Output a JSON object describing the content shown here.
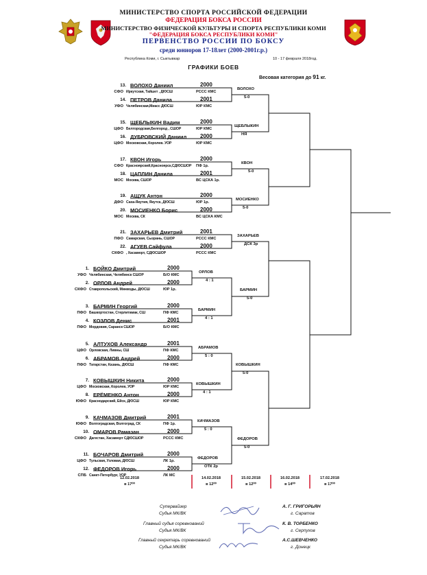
{
  "header": {
    "line1": "МИНИСТЕРСТВО СПОРТА РОССИЙСКОЙ ФЕДЕРАЦИИ",
    "line2": "ФЕДЕРАЦИЯ БОКСА РОССИИ",
    "line3": "МИНИСТЕРСТВО ФИЗИЧЕСКОЙ КУЛЬТУРЫ И СПОРТА РЕСПУБЛИКИ КОМИ",
    "line4": "\"ФЕДЕРАЦИЯ БОКСА РЕСПУБЛИКИ КОМИ\"",
    "line5": "ПЕРВЕНСТВО РОССИИ ПО БОКСУ",
    "line6": "среди юниоров 17-18лет (2000-2001г.р.)"
  },
  "place": "Республика Коми, г. Сыктывкар",
  "event_dates": "10 - 17 февраля 2018год.",
  "title": "ГРАФИКИ БОЕВ",
  "weight_label": "Весовая категория до",
  "weight_value": "91",
  "weight_unit": "кг.",
  "boxers": [
    {
      "no": "13.",
      "name": "ВОЛОХО Даниил",
      "year": "2000",
      "reg": "СФО",
      "org": "Иркутская, Тайшет , ДЮСШ",
      "rank": "РССС КМС"
    },
    {
      "no": "14.",
      "name": "ПЕТРОВ Данила",
      "year": "2001",
      "reg": "УФО",
      "org": "Челябинская,Миасс ДЮСШ",
      "rank": "ЮР КМС"
    },
    {
      "no": "15.",
      "name": "ЩЕБЛЫКИН Вадим",
      "year": "2000",
      "reg": "ЦФО",
      "org": "Белгородская,Белгород , СШОР",
      "rank": "ЮР КМС"
    },
    {
      "no": "16.",
      "name": "ДУБРОВСКИЙ Даниил",
      "year": "2000",
      "reg": "ЦФО",
      "org": "Московская, Королев. УОР",
      "rank": "ЮР КМС"
    },
    {
      "no": "17.",
      "name": "КВОН Игорь",
      "year": "2000",
      "reg": "СФО",
      "org": "Красноярский,Красноярск,СДЮСШОР",
      "rank": "ПФ 1р."
    },
    {
      "no": "18.",
      "name": "ЦАПЛИН Данила",
      "year": "2001",
      "reg": "МОС",
      "org": "Москва, СШОР",
      "rank": "ВС ЦСКА 1р."
    },
    {
      "no": "19.",
      "name": "АЩУК Антон",
      "year": "2000",
      "reg": "ДФО",
      "org": "Саха-Якутия, Якутск, ДЮСШ",
      "rank": "ЮР 1р."
    },
    {
      "no": "20.",
      "name": "МОСИЕНКО Борис",
      "year": "2000",
      "reg": "МОС",
      "org": "Москва, СК",
      "rank": "ВС ЦСКА КМС"
    },
    {
      "no": "21.",
      "name": "ЗАХАРЬЕВ Дмитрий",
      "year": "2001",
      "reg": "ПФО",
      "org": "Самарская, Сызрань, СШОР",
      "rank": "РССС КМС"
    },
    {
      "no": "22.",
      "name": "АГУЕВ Сайфула",
      "year": "2000",
      "reg": "СКФО",
      "org": ", Хасавюрт, СДЮСШОР",
      "rank": "РССС КМС"
    },
    {
      "no": "1.",
      "name": "БОЙКО Дмитрий",
      "year": "2000",
      "reg": "УФО",
      "org": "Челябинская, Челябинск СШОР",
      "rank": "Б/О КМС"
    },
    {
      "no": "2.",
      "name": "ОРЛОВ Андрей",
      "year": "2000",
      "reg": "СКФО",
      "org": "Ставропольский, Минводы, ДЮСШ",
      "rank": "ЮР 1р."
    },
    {
      "no": "3.",
      "name": "БАРМИН Георгий",
      "year": "2000",
      "reg": "ПФО",
      "org": "Башкортостан, Стерлитамак, СШ",
      "rank": "ПФ КМС"
    },
    {
      "no": "4.",
      "name": "КОЗЛОВ Денис",
      "year": "2001",
      "reg": "ПФО",
      "org": "Мордовия, Саранск СШОР",
      "rank": "Б/О КМС"
    },
    {
      "no": "5.",
      "name": "АЛТУХОВ Александр",
      "year": "2001",
      "reg": "ЦФО",
      "org": "Орловская, Ливны, СШ",
      "rank": "ПФ КМС"
    },
    {
      "no": "6.",
      "name": "АБРАМОВ Андрей",
      "year": "2000",
      "reg": "ПФО",
      "org": "Татарстан, Казань, ДЮСШ",
      "rank": "ПФ КМС"
    },
    {
      "no": "7.",
      "name": "КОВЫШКИН Никита",
      "year": "2000",
      "reg": "ЦФО",
      "org": "Московская, Королев, УОР",
      "rank": "ЮР КМС"
    },
    {
      "no": "8.",
      "name": "ЕРЁМЕНКО Антон",
      "year": "2000",
      "reg": "ЮФО",
      "org": "Краснодарский, Ейск, ДЮСШ",
      "rank": "ЮР КМС"
    },
    {
      "no": "9.",
      "name": "КАЧМАЗОВ Дмитрий",
      "year": "2001",
      "reg": "ЮФО",
      "org": "Волгоградская, Волгоград, СК",
      "rank": "ПФ 1р."
    },
    {
      "no": "10.",
      "name": "ОМАРОВ Рамазан",
      "year": "2000",
      "reg": "СКФО",
      "org": "Дагестан, Хасавюрт СДЮСШОР",
      "rank": "РССС КМС"
    },
    {
      "no": "11.",
      "name": "БОЧАРОВ Дмитрий",
      "year": "2000",
      "reg": "ЦФО",
      "org": "Тульская, Узловая, ДЮСШ",
      "rank": "ЛК 1р."
    },
    {
      "no": "12.",
      "name": "ФЕДОРОВ Игорь",
      "year": "2000",
      "reg": "СПБ",
      "org": "Санкт-Петербург, УОР",
      "rank": "ЛК МС"
    }
  ],
  "bouts": [
    {
      "winner": "ВОЛОХО",
      "score": "5-0"
    },
    {
      "winner": "ЩЕБЛЫКИН",
      "score": "НЯ"
    },
    {
      "winner": "КВОН",
      "score": "5-0"
    },
    {
      "winner": "МОСИЕНКО",
      "score": "5-0"
    },
    {
      "winner": "ЗАХАРЬЕВ",
      "score": "ДСК 3р"
    },
    {
      "winner": "ОРЛОВ",
      "score": "4 : 1"
    },
    {
      "winner": "БАРМИН",
      "score": "4 : 1"
    },
    {
      "winner": "АБРАМОВ",
      "score": "5 : 0"
    },
    {
      "winner": "КОВЫШКИН",
      "score": "4 : 1"
    },
    {
      "winner": "КАЧМАЗОВ",
      "score": "5 : 0"
    },
    {
      "winner": "ФЕДОРОВ",
      "score": "ОТК 2р"
    },
    {
      "winner": "БАРМИН",
      "score": "5-0"
    },
    {
      "winner": "КОВЫШКИН",
      "score": "5-0"
    },
    {
      "winner": "ФЕДОРОВ",
      "score": "5-0"
    }
  ],
  "days": [
    {
      "date": "12.02.2018",
      "time": "в 17⁰⁰"
    },
    {
      "date": "14.02.2018",
      "time": "в 12⁰⁰"
    },
    {
      "date": "15.02.2018",
      "time": "в 12⁰⁰"
    },
    {
      "date": "16.02.2018",
      "time": "в 14⁰⁰"
    },
    {
      "date": "17.02.2018",
      "time": "в 17⁰⁰"
    }
  ],
  "officials": [
    {
      "role": "Супервайзер",
      "cat": "Судья МК/ВК",
      "name": "А. Г. ГРИГОРЬЯН",
      "city": "г. Саратов"
    },
    {
      "role": "Главный судья соревнований",
      "cat": "Судья МК/ВК",
      "name": "К. В. ТОРБЕНКО",
      "city": "г. Серпухов"
    },
    {
      "role": "Главный секретарь соревнований",
      "cat": "Судья МК/ВК",
      "name": "А.С.ШЕВЧЕНКО",
      "city": "г. Донецк"
    }
  ],
  "colors": {
    "accent_red": "#d0021b",
    "title_blue": "#1a2a8a",
    "signature_ink": "#2a3a9a"
  }
}
